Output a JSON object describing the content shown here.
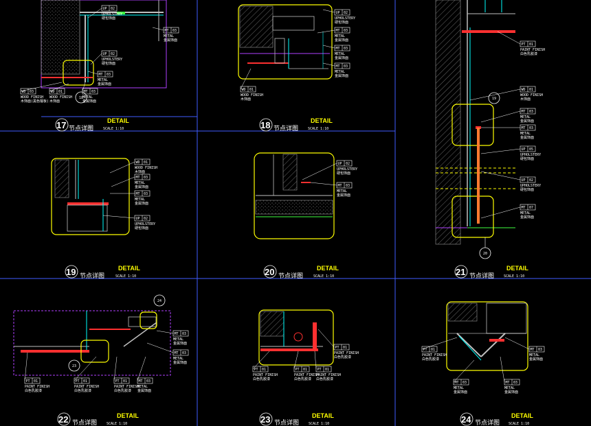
{
  "colors": {
    "background": "#000000",
    "grid": "#3f5cff",
    "outline": "#ffff00",
    "wall": "#bfbfbf",
    "metal": "#ff3030",
    "finish": "#b040ff",
    "cyan": "#00ffff",
    "green": "#3fff3f",
    "text": "#ffffff"
  },
  "common": {
    "title": "DETAIL",
    "subtitle": "节点详图",
    "scale": "SCALE 1:10"
  },
  "details": [
    {
      "number": "17",
      "tags": [
        {
          "code": "UP",
          "idx": "02",
          "line1": "UPHOLSTERY",
          "line2": "硬包饰面"
        },
        {
          "code": "MT",
          "idx": "03",
          "line1": "METAL",
          "line2": "金属饰面"
        },
        {
          "code": "UP",
          "idx": "02",
          "line1": "UPHOLSTERY",
          "line2": "硬包饰面"
        },
        {
          "code": "MT",
          "idx": "03",
          "line1": "METAL",
          "line2": "金属饰面"
        },
        {
          "code": "WD",
          "idx": "03",
          "line1": "WOOD FINISH",
          "line2": "木饰面(黑色檀板)"
        },
        {
          "code": "WD",
          "idx": "01",
          "line1": "WOOD FINISH",
          "line2": "木饰面"
        },
        {
          "code": "MT",
          "idx": "03",
          "line1": "METAL",
          "line2": "金属饰面"
        }
      ],
      "callout": "18"
    },
    {
      "number": "18",
      "tags": [
        {
          "code": "UP",
          "idx": "02",
          "line1": "UPHOLSTERY",
          "line2": "硬包饰面"
        },
        {
          "code": "MT",
          "idx": "03",
          "line1": "METAL",
          "line2": "金属饰面"
        },
        {
          "code": "MT",
          "idx": "03",
          "line1": "METAL",
          "line2": "金属饰面"
        },
        {
          "code": "MT",
          "idx": "03",
          "line1": "METAL",
          "line2": "金属饰面"
        },
        {
          "code": "WD",
          "idx": "01",
          "line1": "WOOD FINISH",
          "line2": "木饰面"
        }
      ]
    },
    {
      "number": "19",
      "tags": [
        {
          "code": "WD",
          "idx": "01",
          "line1": "WOOD FINISH",
          "line2": "木饰面"
        },
        {
          "code": "MT",
          "idx": "03",
          "line1": "METAL",
          "line2": "金属饰面"
        },
        {
          "code": "MT",
          "idx": "03",
          "line1": "METAL",
          "line2": "金属饰面"
        },
        {
          "code": "UP",
          "idx": "02",
          "line1": "UPHOLSTERY",
          "line2": "硬包饰面"
        }
      ]
    },
    {
      "number": "20",
      "tags": [
        {
          "code": "UP",
          "idx": "02",
          "line1": "UPHOLSTERY",
          "line2": "硬包饰面"
        },
        {
          "code": "MT",
          "idx": "03",
          "line1": "METAL",
          "line2": "金属饰面"
        }
      ]
    },
    {
      "number": "21",
      "tags": [
        {
          "code": "PT",
          "idx": "01",
          "line1": "PAINT FINISH",
          "line2": "白色乳胶漆"
        },
        {
          "code": "WD",
          "idx": "01",
          "line1": "WOOD FINISH",
          "line2": "木饰面"
        },
        {
          "code": "MT",
          "idx": "03",
          "line1": "METAL",
          "line2": "金属饰面"
        },
        {
          "code": "MT",
          "idx": "03",
          "line1": "METAL",
          "line2": "金属饰面"
        },
        {
          "code": "UP",
          "idx": "05",
          "line1": "UPHOLSTERY",
          "line2": "硬包饰面"
        },
        {
          "code": "UP",
          "idx": "02",
          "line1": "UPHOLSTERY",
          "line2": "硬包饰面"
        },
        {
          "code": "MT",
          "idx": "07",
          "line1": "METAL",
          "line2": "金属饰面"
        }
      ],
      "callouts": [
        "19",
        "20"
      ]
    },
    {
      "number": "22",
      "tags": [
        {
          "code": "MT",
          "idx": "03",
          "line1": "METAL",
          "line2": "金属饰面"
        },
        {
          "code": "MT",
          "idx": "03",
          "line1": "METAL",
          "line2": "金属饰面"
        },
        {
          "code": "PT",
          "idx": "01",
          "line1": "PAINT FINISH",
          "line2": "白色乳胶漆"
        },
        {
          "code": "PT",
          "idx": "01",
          "line1": "PAINT FINISH",
          "line2": "白色乳胶漆"
        },
        {
          "code": "PT",
          "idx": "01",
          "line1": "PAINT FINISH",
          "line2": "白色乳胶漆"
        },
        {
          "code": "MT",
          "idx": "03",
          "line1": "METAL",
          "line2": "金属饰面"
        }
      ],
      "callouts": [
        "24",
        "23"
      ]
    },
    {
      "number": "23",
      "tags": [
        {
          "code": "PT",
          "idx": "01",
          "line1": "PAINT FINISH",
          "line2": "白色乳胶漆"
        },
        {
          "code": "PT",
          "idx": "01",
          "line1": "PAINT FINISH",
          "line2": "白色乳胶漆"
        },
        {
          "code": "PT",
          "idx": "01",
          "line1": "PAINT FINISH",
          "line2": "白色乳胶漆"
        },
        {
          "code": "PT",
          "idx": "01",
          "line1": "PAINT FINISH",
          "line2": "白色乳胶漆"
        }
      ]
    },
    {
      "number": "24",
      "tags": [
        {
          "code": "PT",
          "idx": "01",
          "line1": "PAINT FINISH",
          "line2": "白色乳胶漆"
        },
        {
          "code": "MT",
          "idx": "03",
          "line1": "METAL",
          "line2": "金属饰面"
        },
        {
          "code": "MT",
          "idx": "03",
          "line1": "METAL",
          "line2": "金属饰面"
        },
        {
          "code": "MT",
          "idx": "03",
          "line1": "METAL",
          "line2": "金属饰面"
        }
      ]
    }
  ]
}
